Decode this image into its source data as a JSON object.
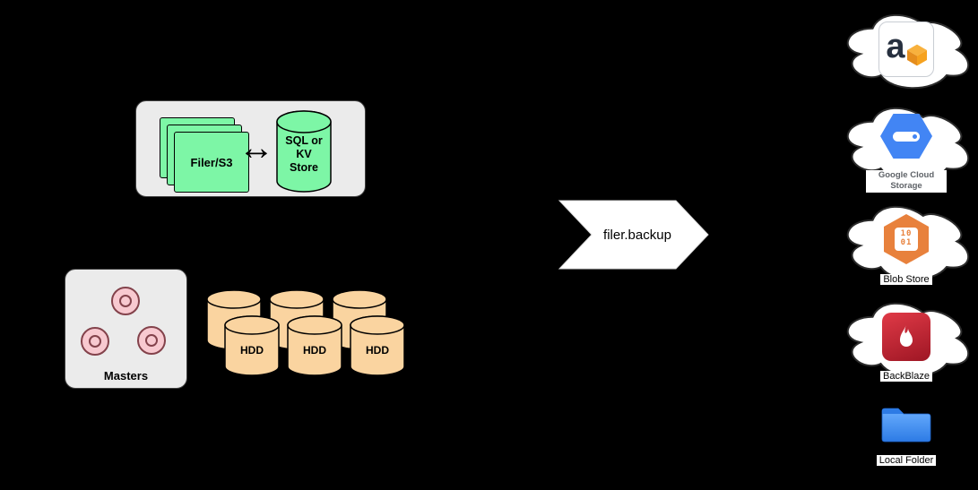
{
  "canvas": {
    "background": "#000000"
  },
  "icons": {
    "bidirectional_arrow": "↔"
  },
  "filer_cluster": {
    "filer_label": "Filer/S3",
    "store_label_lines": [
      "SQL or",
      "KV",
      "Store"
    ],
    "card_color": "#7DF6A6",
    "box_color": "#EBEBEB"
  },
  "masters": {
    "label": "Masters",
    "box_color": "#EBEBEB",
    "node_color": "#F8C9D0"
  },
  "volume_servers": {
    "hdd_label": "HDD",
    "cylinder_color": "#FAD4A0"
  },
  "backup_flow": {
    "label": "filer.backup",
    "arrow_color": "#FFFFFF"
  },
  "destinations": {
    "amazon_s3": {
      "icon": "aws-s3-icon",
      "logo_letter": "a"
    },
    "google_cloud_storage": {
      "icon": "google-cloud-storage-icon",
      "label": "Google Cloud Storage",
      "brand_color": "#4285F4"
    },
    "blob_store": {
      "icon": "azure-blob-icon",
      "label": "Blob Store",
      "binary_lines": [
        "10",
        "01"
      ],
      "brand_color": "#E8813C"
    },
    "backblaze": {
      "icon": "backblaze-icon",
      "label": "BackBlaze",
      "brand_color": "#C31F34"
    },
    "local_folder": {
      "icon": "folder-icon",
      "label": "Local Folder",
      "brand_color": "#3C8CF0"
    }
  }
}
